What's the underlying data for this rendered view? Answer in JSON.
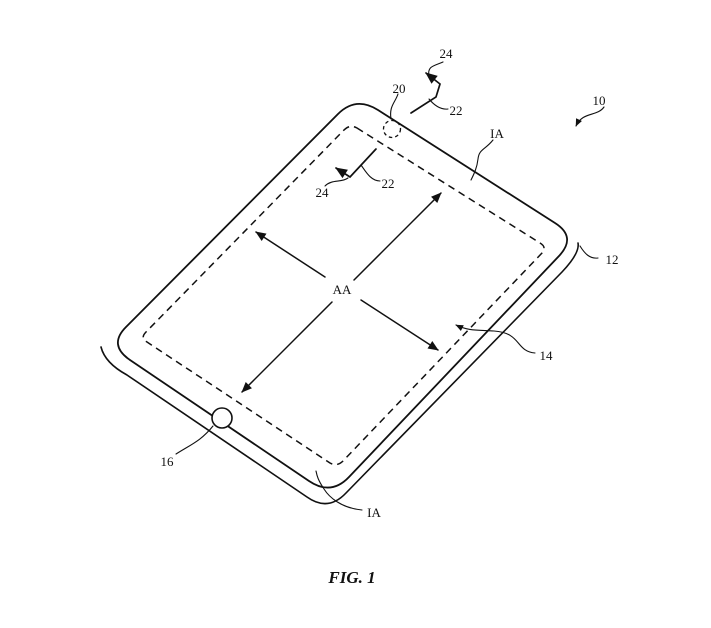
{
  "figure": {
    "caption": "FIG. 1",
    "description": "patent-line-drawing-of-tablet-device-in-perspective",
    "colors": {
      "line": "#111111",
      "background": "#ffffff"
    },
    "reference_labels": {
      "r10": "10",
      "r12": "12",
      "r14": "14",
      "r16": "16",
      "r20": "20",
      "r22_top": "22",
      "r24_top": "24",
      "r22_inner": "22",
      "r24_inner": "24",
      "ia_top": "IA",
      "ia_bottom": "IA",
      "aa": "AA"
    }
  }
}
